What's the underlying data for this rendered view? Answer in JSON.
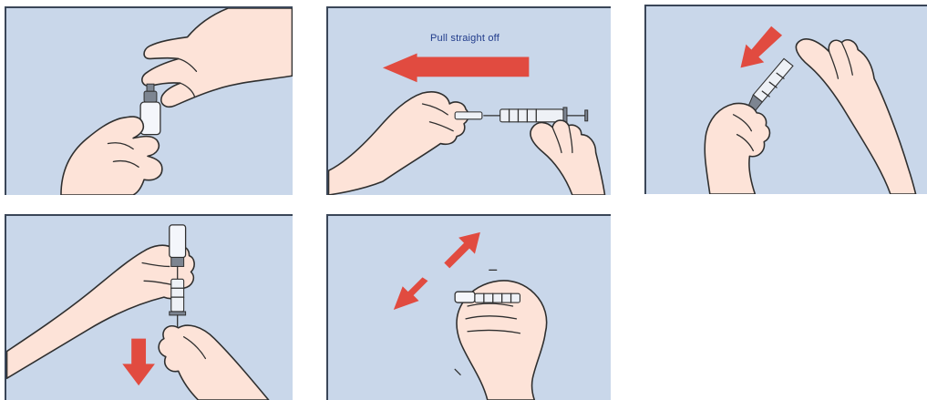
{
  "steps": [
    {
      "id": 1
    },
    {
      "id": 2,
      "caption": "Pull straight off"
    },
    {
      "id": 3
    },
    {
      "id": 4
    },
    {
      "id": 5
    }
  ],
  "colors": {
    "panel_background": "#c9d7ea",
    "panel_border": "#3a4658",
    "arrow": "#e14b40",
    "skin": "#fde3d8",
    "caption_text": "#1f3a8a"
  },
  "icons": [
    "hand-icon",
    "vial-icon",
    "syringe-icon",
    "direction-arrow-icon"
  ]
}
